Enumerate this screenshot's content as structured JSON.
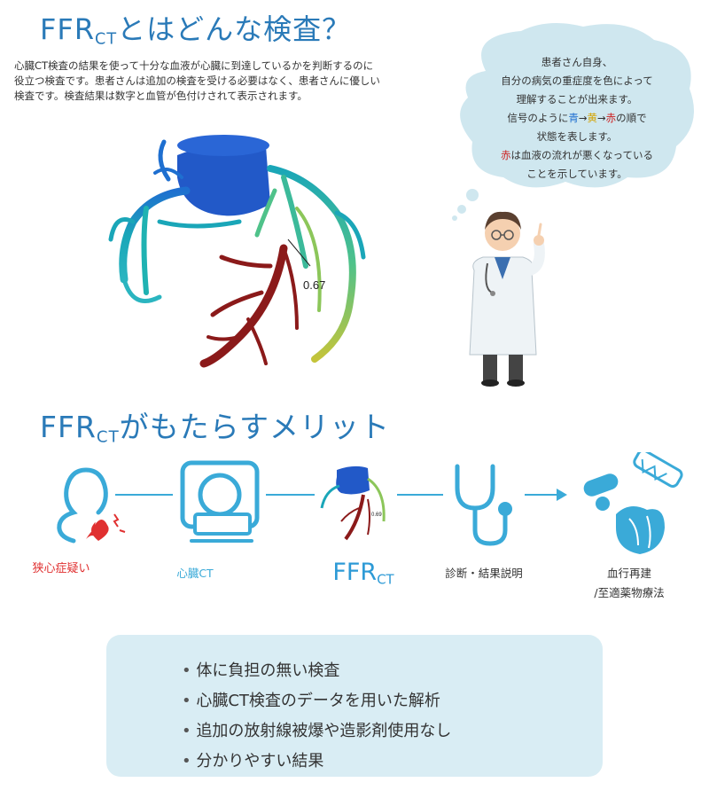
{
  "section1": {
    "title_main": "FFR",
    "title_sub": "CT",
    "title_rest": "とはどんな検査？",
    "intro_lines": [
      "心臓CT検査の結果を使って十分な血液が心臓に到達しているかを判断するのに",
      "役立つ検査です。患者さんは追加の検査を受ける必要はなく、患者さんに優しい",
      "検査です。検査結果は数字と血管が色付けされて表示されます。"
    ],
    "ffr_value": "0.67",
    "bubble": {
      "line1": "患者さん自身、",
      "line2": "自分の病気の重症度を色によって",
      "line3": "理解することが出来ます。",
      "line4_a": "信号のように",
      "line4_blue": "青",
      "line4_arrow1": "→",
      "line4_yellow": "黄",
      "line4_arrow2": "→",
      "line4_red": "赤",
      "line4_b": "の順で",
      "line5": "状態を表します。",
      "line6_red": "赤",
      "line6_b": "は血液の流れが悪くなっている",
      "line7": "ことを示しています。"
    }
  },
  "section2": {
    "title_main": "FFR",
    "title_sub": "CT",
    "title_rest": "がもたらすメリット",
    "flow": {
      "angina": "狭心症疑い",
      "ct": "心臓CT",
      "ffr_main": "FFR",
      "ffr_sub": "CT",
      "ffr_small_value": "0.69",
      "diagnosis": "診断・結果説明",
      "treat_line1": "血行再建",
      "treat_line2": "/至適薬物療法"
    },
    "benefits": [
      "体に負担の無い検査",
      "心臓CT検査のデータを用いた解析",
      "追加の放射線被爆や造影剤使用なし",
      "分かりやすい結果"
    ]
  },
  "colors": {
    "title_blue": "#2a7ab8",
    "icon_blue": "#3aaad8",
    "alert_red": "#e03030",
    "benefit_bg": "#d9edf4",
    "bubble_bg": "#cfe7ef"
  }
}
